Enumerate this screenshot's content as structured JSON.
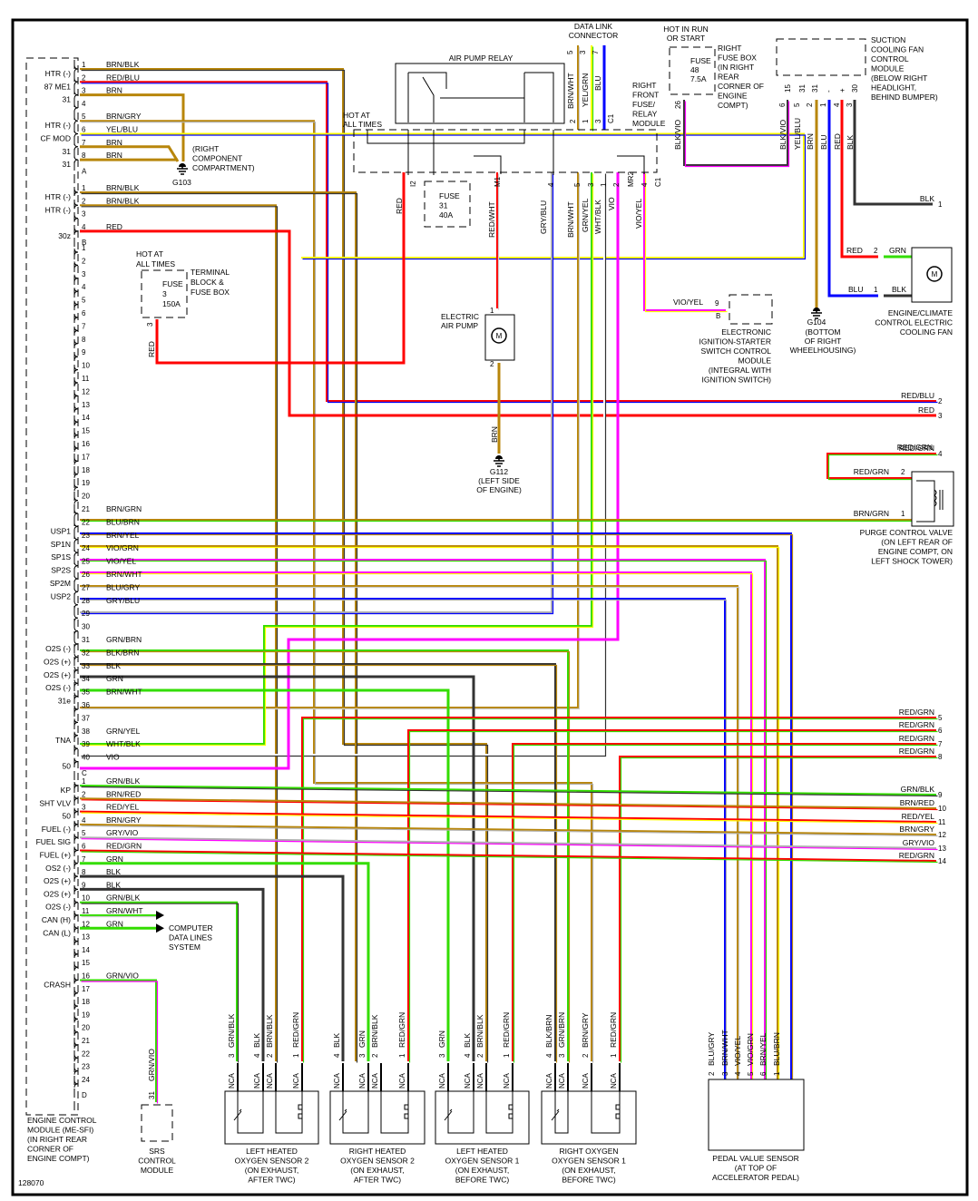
{
  "diagram_id": "128070",
  "colors": {
    "BRN": "#b8860b",
    "RED": "#ff0000",
    "BLU": "#0000ff",
    "GRN": "#33dd00",
    "YEL": "#ffff00",
    "BLK": "#333333",
    "GRY": "#b0b0b0",
    "WHT": "#ffffff",
    "VIO": "#ff00ff",
    "frame": "#000000"
  },
  "ecm": {
    "title_lines": [
      "ENGINE CONTROL",
      "MODULE (ME-SFI)",
      "(IN RIGHT REAR",
      "CORNER OF",
      "ENGINE COMPT)"
    ],
    "connector_A": {
      "letter": "A",
      "pins": [
        {
          "pin": "1",
          "name": "HTR (-)",
          "wire": "BRN/BLK"
        },
        {
          "pin": "2",
          "name": "87 ME1",
          "wire": "RED/BLU"
        },
        {
          "pin": "3",
          "name": "31",
          "wire": "BRN"
        },
        {
          "pin": "4",
          "name": "",
          "wire": ""
        },
        {
          "pin": "5",
          "name": "HTR (-)",
          "wire": "BRN/GRY"
        },
        {
          "pin": "6",
          "name": "CF MOD",
          "wire": "YEL/BLU"
        },
        {
          "pin": "7",
          "name": "31",
          "wire": "BRN"
        },
        {
          "pin": "8",
          "name": "31",
          "wire": "BRN"
        }
      ]
    },
    "connector_B": {
      "letter": "B",
      "pins": [
        {
          "pin": "1",
          "name": "HTR (-)",
          "wire": "BRN/BLK"
        },
        {
          "pin": "2",
          "name": "HTR (-)",
          "wire": "BRN/BLK"
        },
        {
          "pin": "3",
          "name": "",
          "wire": ""
        },
        {
          "pin": "4",
          "name": "30z",
          "wire": "RED"
        }
      ]
    },
    "connector_C": {
      "letter": "C",
      "pins": [
        {
          "pin": "1",
          "name": "",
          "wire": ""
        },
        {
          "pin": "2",
          "name": "",
          "wire": ""
        },
        {
          "pin": "3",
          "name": "",
          "wire": ""
        },
        {
          "pin": "4",
          "name": "",
          "wire": ""
        },
        {
          "pin": "5",
          "name": "",
          "wire": ""
        },
        {
          "pin": "6",
          "name": "",
          "wire": ""
        },
        {
          "pin": "7",
          "name": "",
          "wire": ""
        },
        {
          "pin": "8",
          "name": "",
          "wire": ""
        },
        {
          "pin": "9",
          "name": "",
          "wire": ""
        },
        {
          "pin": "10",
          "name": "",
          "wire": ""
        },
        {
          "pin": "11",
          "name": "",
          "wire": ""
        },
        {
          "pin": "12",
          "name": "",
          "wire": ""
        },
        {
          "pin": "13",
          "name": "",
          "wire": ""
        },
        {
          "pin": "14",
          "name": "",
          "wire": ""
        },
        {
          "pin": "15",
          "name": "",
          "wire": ""
        },
        {
          "pin": "16",
          "name": "",
          "wire": ""
        },
        {
          "pin": "17",
          "name": "",
          "wire": ""
        },
        {
          "pin": "18",
          "name": "",
          "wire": ""
        },
        {
          "pin": "19",
          "name": "",
          "wire": ""
        },
        {
          "pin": "20",
          "name": "",
          "wire": ""
        },
        {
          "pin": "21",
          "name": "",
          "wire": "BRN/GRN"
        },
        {
          "pin": "22",
          "name": "USP1",
          "wire": "BLU/BRN"
        },
        {
          "pin": "23",
          "name": "SP1N",
          "wire": "BRN/YEL"
        },
        {
          "pin": "24",
          "name": "SP1S",
          "wire": "VIO/GRN"
        },
        {
          "pin": "25",
          "name": "SP2S",
          "wire": "VIO/YEL"
        },
        {
          "pin": "26",
          "name": "SP2M",
          "wire": "BRN/WHT"
        },
        {
          "pin": "27",
          "name": "USP2",
          "wire": "BLU/GRY"
        },
        {
          "pin": "28",
          "name": "",
          "wire": "GRY/BLU"
        },
        {
          "pin": "29",
          "name": "",
          "wire": ""
        },
        {
          "pin": "30",
          "name": "",
          "wire": ""
        },
        {
          "pin": "31",
          "name": "O2S (-)",
          "wire": "GRN/BRN"
        },
        {
          "pin": "32",
          "name": "O2S (+)",
          "wire": "BLK/BRN"
        },
        {
          "pin": "33",
          "name": "O2S (+)",
          "wire": "BLK"
        },
        {
          "pin": "34",
          "name": "O2S (-)",
          "wire": "GRN"
        },
        {
          "pin": "35",
          "name": "31e",
          "wire": "BRN/WHT"
        },
        {
          "pin": "36",
          "name": "",
          "wire": ""
        },
        {
          "pin": "37",
          "name": "",
          "wire": ""
        },
        {
          "pin": "38",
          "name": "TNA",
          "wire": "GRN/YEL"
        },
        {
          "pin": "39",
          "name": "",
          "wire": "WHT/BLK"
        },
        {
          "pin": "40",
          "name": "50",
          "wire": "VIO"
        }
      ]
    },
    "connector_D": {
      "letter": "D",
      "pins": [
        {
          "pin": "1",
          "name": "KP",
          "wire": "GRN/BLK"
        },
        {
          "pin": "2",
          "name": "SHT VLV",
          "wire": "BRN/RED"
        },
        {
          "pin": "3",
          "name": "50",
          "wire": "RED/YEL"
        },
        {
          "pin": "4",
          "name": "FUEL (-)",
          "wire": "BRN/GRY"
        },
        {
          "pin": "5",
          "name": "FUEL SIG",
          "wire": "GRY/VIO"
        },
        {
          "pin": "6",
          "name": "FUEL (+)",
          "wire": "RED/GRN"
        },
        {
          "pin": "7",
          "name": "OS2 (-)",
          "wire": "GRN"
        },
        {
          "pin": "8",
          "name": "O2S (+)",
          "wire": "BLK"
        },
        {
          "pin": "9",
          "name": "O2S (+)",
          "wire": "BLK"
        },
        {
          "pin": "10",
          "name": "O2S (-)",
          "wire": "GRN/BLK"
        },
        {
          "pin": "11",
          "name": "CAN (H)",
          "wire": "GRN/WHT"
        },
        {
          "pin": "12",
          "name": "CAN (L)",
          "wire": "GRN"
        },
        {
          "pin": "13",
          "name": "",
          "wire": ""
        },
        {
          "pin": "14",
          "name": "",
          "wire": ""
        },
        {
          "pin": "15",
          "name": "",
          "wire": ""
        },
        {
          "pin": "16",
          "name": "CRASH",
          "wire": "GRN/VIO"
        },
        {
          "pin": "17",
          "name": "",
          "wire": ""
        },
        {
          "pin": "18",
          "name": "",
          "wire": ""
        },
        {
          "pin": "19",
          "name": "",
          "wire": ""
        },
        {
          "pin": "20",
          "name": "",
          "wire": ""
        },
        {
          "pin": "21",
          "name": "",
          "wire": ""
        },
        {
          "pin": "22",
          "name": "",
          "wire": ""
        },
        {
          "pin": "23",
          "name": "",
          "wire": ""
        },
        {
          "pin": "24",
          "name": "",
          "wire": ""
        }
      ]
    }
  },
  "ground_g103": {
    "id": "G103",
    "lines": [
      "(RIGHT",
      "COMPONENT",
      "COMPARTMENT)"
    ]
  },
  "ground_g104": {
    "id": "G104",
    "lines": [
      "(BOTTOM",
      "OF RIGHT",
      "WHEELHOUSING)"
    ]
  },
  "ground_g112": {
    "id": "G112",
    "lines": [
      "(LEFT SIDE",
      "OF ENGINE)"
    ]
  },
  "terminal_block": {
    "hot_label": [
      "HOT AT",
      "ALL TIMES"
    ],
    "fuse": [
      "FUSE",
      "3",
      "150A"
    ],
    "name": [
      "TERMINAL",
      "BLOCK &",
      "FUSE BOX"
    ],
    "pin": "3",
    "wire": "RED"
  },
  "air_pump_relay": {
    "title": "AIR PUMP RELAY"
  },
  "rffrm": {
    "hot_label": [
      "HOT AT",
      "ALL TIMES"
    ],
    "name": [
      "RIGHT",
      "FRONT",
      "FUSE/",
      "RELAY",
      "MODULE"
    ],
    "fuse": [
      "FUSE",
      "31",
      "40A"
    ],
    "bottom_pins": [
      {
        "pin": "I2",
        "wire": "RED"
      },
      {
        "pin": "M1",
        "wire": "RED/WHT"
      },
      {
        "pin": "4",
        "wire": "GRY/BLU"
      },
      {
        "pin": "5",
        "wire": "BRN/WHT"
      },
      {
        "pin": "3",
        "wire": "GRN/YEL"
      },
      {
        "pin": "1",
        "wire": "WHT/BLK"
      },
      {
        "pin": "2",
        "wire": "VIO"
      },
      {
        "pin": "MR2",
        "wire": ""
      },
      {
        "pin": "4",
        "wire": "VIO/YEL"
      },
      {
        "pin": "C1",
        "wire": ""
      }
    ],
    "top_pins": [
      {
        "pin": "2",
        "wire": "BRN/WHT"
      },
      {
        "pin": "1",
        "wire": "YEL/GRN"
      },
      {
        "pin": "3",
        "wire": "BLU"
      },
      {
        "pin": "C1",
        "wire": ""
      }
    ]
  },
  "dlc": {
    "title": [
      "DATA LINK",
      "CONNECTOR"
    ],
    "pins": [
      "5",
      "3",
      "7"
    ]
  },
  "right_fuse_box": {
    "hot_label": [
      "HOT IN RUN",
      "OR START"
    ],
    "fuse": [
      "FUSE",
      "48",
      "7.5A"
    ],
    "name": [
      "RIGHT",
      "FUSE BOX",
      "(IN RIGHT",
      "REAR",
      "CORNER OF",
      "ENGINE",
      "COMPT)"
    ],
    "pin": "26",
    "wire": "BLK/VIO"
  },
  "suction_fan_module": {
    "name": [
      "SUCTION",
      "COOLING FAN",
      "CONTROL",
      "MODULE",
      "(BELOW RIGHT",
      "HEADLIGHT,",
      "BEHIND BUMPER)"
    ],
    "pins": [
      {
        "term": "15",
        "pin": "6",
        "wire": "BLK/VIO"
      },
      {
        "term": "31",
        "pin": "5",
        "wire": "YEL/BLU"
      },
      {
        "term": "31",
        "pin": "2",
        "wire": "BRN"
      },
      {
        "term": "-",
        "pin": "1",
        "wire": "BLU"
      },
      {
        "term": "+",
        "pin": "4",
        "wire": "RED"
      },
      {
        "term": "30",
        "pin": "3",
        "wire": "BLK"
      }
    ]
  },
  "cooling_fan": {
    "name": [
      "ENGINE/CLIMATE",
      "CONTROL ELECTRIC",
      "COOLING FAN"
    ],
    "pins": [
      {
        "pin": "2",
        "in": "RED",
        "out": "GRN"
      },
      {
        "pin": "1",
        "in": "BLU",
        "out": "BLK"
      }
    ],
    "motor": "M"
  },
  "eis_module": {
    "name": [
      "ELECTRONIC",
      "IGNITION-STARTER",
      "SWITCH CONTROL",
      "MODULE",
      "(INTEGRAL WITH",
      "IGNITION SWITCH)"
    ],
    "pin": "9",
    "conn": "B",
    "wire": "VIO/YEL"
  },
  "air_pump": {
    "name": [
      "ELECTRIC",
      "AIR PUMP"
    ],
    "pin_top": "1",
    "pin_bottom": "2",
    "ground_wire": "BRN",
    "motor": "M"
  },
  "purge_valve": {
    "name": [
      "PURGE CONTROL VALVE",
      "(ON LEFT REAR OF",
      "ENGINE COMPT, ON",
      "LEFT SHOCK TOWER)"
    ],
    "pins": [
      {
        "pin": "2",
        "wire": "RED/GRN"
      },
      {
        "pin": "1",
        "wire": "BRN/GRN"
      }
    ]
  },
  "right_refs": [
    {
      "wire": "BLK",
      "ref": "1"
    },
    {
      "wire": "RED/BLU",
      "ref": "2"
    },
    {
      "wire": "RED",
      "ref": "3"
    },
    {
      "wire": "RED/GRN",
      "ref": "4"
    },
    {
      "wire": "RED/GRN",
      "ref": "5"
    },
    {
      "wire": "RED/GRN",
      "ref": "6"
    },
    {
      "wire": "RED/GRN",
      "ref": "7"
    },
    {
      "wire": "RED/GRN",
      "ref": "8"
    },
    {
      "wire": "GRN/BLK",
      "ref": "9"
    },
    {
      "wire": "BRN/RED",
      "ref": "10"
    },
    {
      "wire": "RED/YEL",
      "ref": "11"
    },
    {
      "wire": "BRN/GRY",
      "ref": "12"
    },
    {
      "wire": "GRY/VIO",
      "ref": "13"
    },
    {
      "wire": "RED/GRN",
      "ref": "14"
    }
  ],
  "can": {
    "lines": [
      "COMPUTER",
      "DATA LINES",
      "SYSTEM"
    ]
  },
  "srs": {
    "name": [
      "SRS",
      "CONTROL",
      "MODULE"
    ],
    "pin": "31",
    "wire": "GRN/VIO"
  },
  "o2_sensors": [
    {
      "name": [
        "LEFT HEATED",
        "OXYGEN SENSOR 2",
        "(ON EXHAUST,",
        "AFTER TWC)"
      ],
      "pins": [
        {
          "pin": "3",
          "wire": "GRN/BLK"
        },
        {
          "pin": "4",
          "wire": "BLK"
        },
        {
          "pin": "2",
          "wire": "BRN/BLK"
        },
        {
          "pin": "1",
          "wire": "RED/GRN"
        }
      ]
    },
    {
      "name": [
        "RIGHT HEATED",
        "OXYGEN SENSOR 2",
        "(ON EXHAUST,",
        "AFTER TWC)"
      ],
      "pins": [
        {
          "pin": "4",
          "wire": "BLK"
        },
        {
          "pin": "3",
          "wire": "GRN"
        },
        {
          "pin": "2",
          "wire": "BRN/BLK"
        },
        {
          "pin": "1",
          "wire": "RED/GRN"
        }
      ]
    },
    {
      "name": [
        "LEFT HEATED",
        "OXYGEN SENSOR 1",
        "(ON EXHAUST,",
        "BEFORE TWC)"
      ],
      "pins": [
        {
          "pin": "3",
          "wire": "GRN"
        },
        {
          "pin": "4",
          "wire": "BLK"
        },
        {
          "pin": "2",
          "wire": "BRN/BLK"
        },
        {
          "pin": "1",
          "wire": "RED/GRN"
        }
      ]
    },
    {
      "name": [
        "RIGHT OXYGEN",
        "OXYGEN SENSOR 1",
        "(ON EXHAUST,",
        "BEFORE TWC)"
      ],
      "pins": [
        {
          "pin": "4",
          "wire": "BLK/BRN"
        },
        {
          "pin": "3",
          "wire": "GRN/BRN"
        },
        {
          "pin": "2",
          "wire": "BRN/GRY"
        },
        {
          "pin": "1",
          "wire": "RED/GRN"
        }
      ]
    }
  ],
  "o2_pin_prefix": "NCA",
  "pedal_sensor": {
    "name": [
      "PEDAL VALUE SENSOR",
      "(AT TOP OF",
      "ACCELERATOR PEDAL)"
    ],
    "pins": [
      {
        "pin": "2",
        "wire": "BLU/GRY"
      },
      {
        "pin": "3",
        "wire": "BRN/WHT"
      },
      {
        "pin": "4",
        "wire": "VIO/YEL"
      },
      {
        "pin": "5",
        "wire": "VIO/GRN"
      },
      {
        "pin": "6",
        "wire": "BRN/YEL"
      },
      {
        "pin": "1",
        "wire": "BLU/BRN"
      }
    ]
  }
}
